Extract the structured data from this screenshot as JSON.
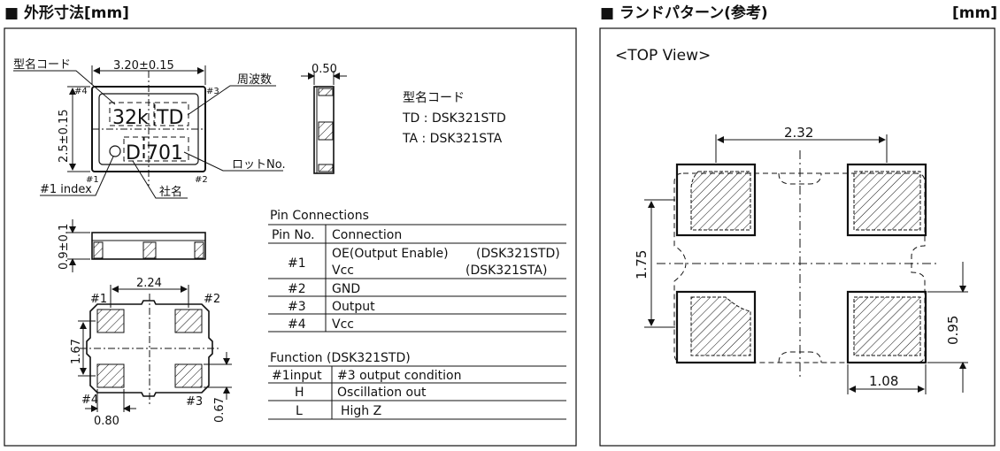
{
  "left_panel": {
    "header": "■ 外形寸法[mm]",
    "callouts": {
      "model_code": "型名コード",
      "frequency": "周波数",
      "lot_no": "ロットNo.",
      "index": "#1 index",
      "company": "社名"
    },
    "chip_marking": {
      "model": "TD",
      "freq": "32k",
      "company": "D",
      "lot": "701"
    },
    "pin_marks": {
      "p1": "#1",
      "p2": "#2",
      "p3": "#3",
      "p4": "#4"
    },
    "dims": {
      "top_width": "3.20±0.15",
      "top_height": "2.5±0.15",
      "side_width": "0.50",
      "side_height": "0.9±0.1",
      "bottom_pitch_x": "2.24",
      "bottom_pitch_y": "1.67",
      "bottom_pad_w": "0.80",
      "bottom_pad_h": "0.67"
    },
    "model_legend": {
      "title": "型名コード",
      "lines": [
        "TD : DSK321STD",
        "TA : DSK321STA"
      ]
    },
    "pin_connections": {
      "title": "Pin Connections",
      "headers": [
        "Pin No.",
        "Connection"
      ],
      "rows": [
        {
          "pin": "#1",
          "line1_left": "OE(Output Enable)",
          "line1_right": "(DSK321STD)",
          "line2_left": "Vcc",
          "line2_right": "(DSK321STA)"
        },
        {
          "pin": "#2",
          "conn": "GND"
        },
        {
          "pin": "#3",
          "conn": "Output"
        },
        {
          "pin": "#4",
          "conn": "Vcc"
        }
      ]
    },
    "function_table": {
      "title": "Function (DSK321STD)",
      "headers": [
        "#1input",
        "#3 output condition"
      ],
      "rows": [
        {
          "input": "H",
          "output": "Oscillation out"
        },
        {
          "input": "L",
          "output": "High Z"
        }
      ]
    }
  },
  "right_panel": {
    "header": "■ ランドパターン(参考)",
    "unit": "[mm]",
    "view_label": "<TOP View>",
    "dims": {
      "pitch_x": "2.32",
      "pitch_y": "1.75",
      "pad_h": "0.95",
      "pad_w": "1.08"
    }
  }
}
